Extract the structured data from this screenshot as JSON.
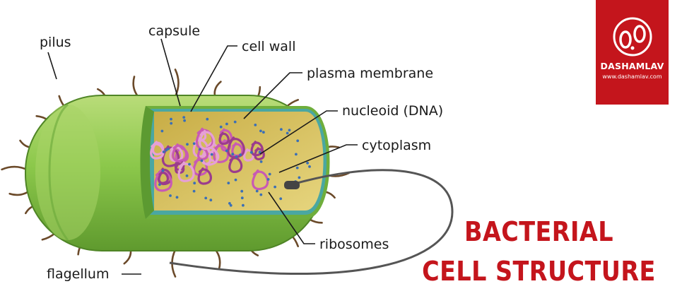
{
  "labels": {
    "pilus": "pilus",
    "capsule": "capsule",
    "cell_wall": "cell wall",
    "plasma_membrane": "plasma membrane",
    "nucleoid": "nucleoid (DNA)",
    "cytoplasm": "cytoplasm",
    "ribosomes": "ribosomes",
    "flagellum": "flagellum"
  },
  "title": {
    "line1": "BACTERIAL",
    "line2": "CELL STRUCTURE"
  },
  "logo": {
    "name": "DASHAMLAV",
    "url": "www.dashamlav.com"
  },
  "colors": {
    "brand_red": "#c4151c",
    "capsule_green": "#8cc84b",
    "cytoplasm_yellow": "#d4bd5a",
    "dna_pink": "#c85ab4",
    "pilus_brown": "#6b4a2a"
  }
}
